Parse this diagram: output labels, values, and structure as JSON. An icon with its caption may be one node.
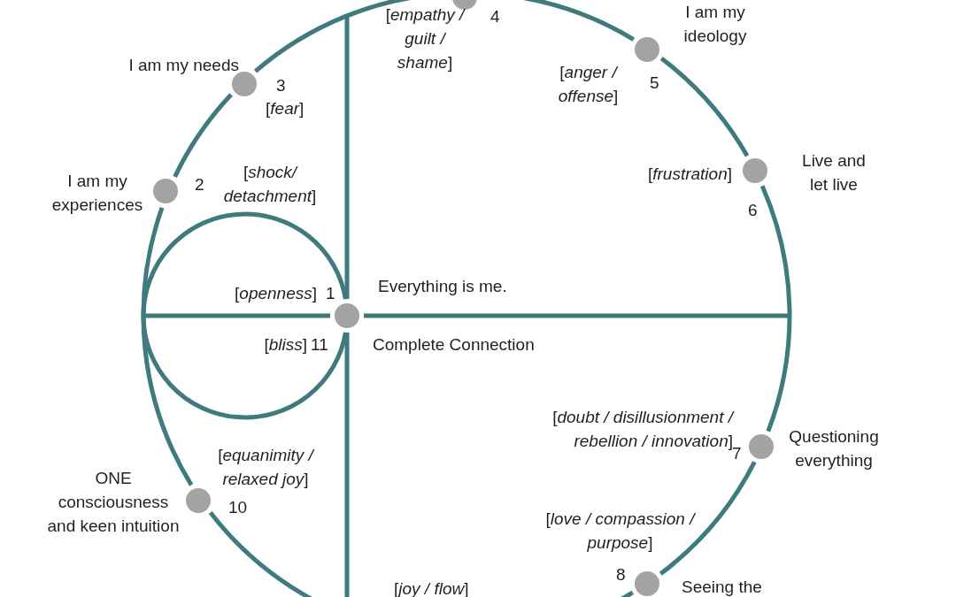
{
  "diagram": {
    "nodes": [
      {
        "text": [],
        "shape": "circle",
        "beside": [
          "[*openness*]",
          "1",
          "Everything is me.",
          "[*bliss*]",
          "11",
          "Complete Connection"
        ]
      },
      {
        "text": [],
        "shape": "circle",
        "beside": [
          "I am my experiences",
          "2",
          "[*shock/ detachment*]"
        ]
      },
      {
        "text": [],
        "shape": "circle",
        "beside": [
          "I am my needs",
          "3",
          "[*fear*]"
        ]
      },
      {
        "text": [],
        "shape": "circle",
        "beside": [
          "4",
          "[*empathy / guilt / shame*]"
        ]
      },
      {
        "text": [],
        "shape": "circle",
        "beside": [
          "I am my ideology",
          "[*anger / offense*]",
          "5"
        ]
      },
      {
        "text": [],
        "shape": "circle",
        "beside": [
          "Live and let live",
          "[*frustration*]",
          "6"
        ]
      },
      {
        "text": [],
        "shape": "circle",
        "beside": [
          "[*doubt / disillusionment / rebellion / innovation*]",
          "7",
          "Questioning everything"
        ]
      },
      {
        "text": [],
        "shape": "circle",
        "beside": [
          "[*love / compassion / purpose*]",
          "8",
          "Seeing the"
        ]
      },
      {
        "text": [],
        "shape": "circle",
        "beside": [
          "[*equanimity / relaxed joy*]",
          "ONE consciousness and keen intuition",
          "10"
        ]
      }
    ],
    "edges": [
      {
        "from": 1,
        "to": 2,
        "arrow": "none"
      },
      {
        "from": 2,
        "to": 3,
        "arrow": "none"
      },
      {
        "from": 3,
        "to": 4,
        "arrow": "none"
      },
      {
        "from": 4,
        "to": 5,
        "arrow": "none"
      },
      {
        "from": 5,
        "to": 6,
        "arrow": "none"
      },
      {
        "from": 6,
        "to": 7,
        "arrow": "none"
      },
      {
        "from": 7,
        "to": null,
        "arrow": "none"
      },
      {
        "from": 1,
        "to": 8,
        "arrow": "none"
      },
      {
        "from": 8,
        "to": null,
        "arrow": "none"
      },
      {
        "from": 0,
        "to": null,
        "arrow": "none"
      },
      {
        "from": 0,
        "to": null,
        "arrow": "none"
      },
      {
        "from": 0,
        "to": null,
        "arrow": "none"
      },
      {
        "from": 0,
        "to": null,
        "arrow": "none"
      },
      {
        "from": 0,
        "to": null,
        "arrow": "none"
      },
      {
        "from": 0,
        "to": null,
        "arrow": "none"
      }
    ],
    "labels": [
      "[*joy / flow*]"
    ]
  }
}
